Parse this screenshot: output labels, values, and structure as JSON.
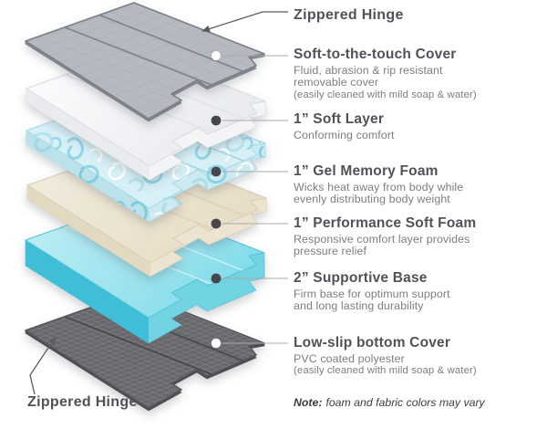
{
  "hinges": {
    "top": "Zippered Hinge",
    "bottom": "Zippered Hinge"
  },
  "note": {
    "prefix": "Note:",
    "text": "foam and fabric colors may vary"
  },
  "layers": [
    {
      "name": "cover-top",
      "title": "Soft-to-the-touch Cover",
      "desc": [
        "Fluid, abrasion & rip resistant",
        "removable cover",
        "(easily cleaned with mild soap & water)"
      ],
      "colors": {
        "top": "#b5b9c0",
        "pattern_line": "#959aa3",
        "side": "#83868e",
        "outline": "#7b7f88",
        "seam": "#80848d"
      }
    },
    {
      "name": "soft-layer",
      "title": "1” Soft Layer",
      "desc": [
        "Conforming comfort"
      ],
      "colors": {
        "top": "#fcfdfe",
        "top2": "#e8ebee",
        "side_sw": "#e9ebee",
        "side_se": "#f3f4f6",
        "outline": "#d9dcdf",
        "seam": "#e0e3e6"
      }
    },
    {
      "name": "gel-memory-foam",
      "title": "1” Gel Memory Foam",
      "desc": [
        "Wicks heat away from body while",
        "evenly distributing body weight"
      ],
      "colors": {
        "base": "#d6f0f6",
        "swirl1": "#8fd6e6",
        "swirl2": "#ffffff",
        "swirl3": "#b4e3ec",
        "tint_sw": "rgba(30,140,170,0.14)",
        "tint_se": "rgba(30,140,170,0.05)",
        "outline": "#a0d8e5",
        "seam": "rgba(110,185,205,0.55)"
      }
    },
    {
      "name": "performance-soft-foam",
      "title": "1” Performance Soft Foam",
      "desc": [
        "Responsive comfort layer provides",
        "pressure relief"
      ],
      "colors": {
        "top": "#f2ecdf",
        "top2": "#e7ddc6",
        "side_sw": "#e3d8c0",
        "side_se": "#ece3d1",
        "outline": "#d8cdb4",
        "seam": "#dcd1b8"
      }
    },
    {
      "name": "supportive-base",
      "title": "2” Supportive Base",
      "desc": [
        "Firm base for optimum support",
        "and long lasting durability"
      ],
      "colors": {
        "top": "#c3eef4",
        "top2": "#84dcea",
        "side_sw": "#3fbed8",
        "side_se": "#72d3e3",
        "outline": "#54c4d9",
        "seam": "rgba(255,255,255,0.55)"
      }
    },
    {
      "name": "bottom-cover",
      "title": "Low-slip bottom Cover",
      "desc": [
        "PVC coated polyester",
        "(easily cleaned with mild soap & water)"
      ],
      "colors": {
        "top": "#67686c",
        "grid_line": "rgba(255,255,255,0.38)",
        "side": "#4b4c50",
        "outline": "#56575b",
        "seam": "#494a4e"
      }
    }
  ],
  "ui_colors": {
    "background": "#ffffff",
    "heading": "#4f5257",
    "body": "#7b7e83",
    "note": "#3c3d40",
    "leader": "#a9abae",
    "arrow": "#5b5c60",
    "dot_dark": "#46474c",
    "dot_light": "#ffffff"
  }
}
